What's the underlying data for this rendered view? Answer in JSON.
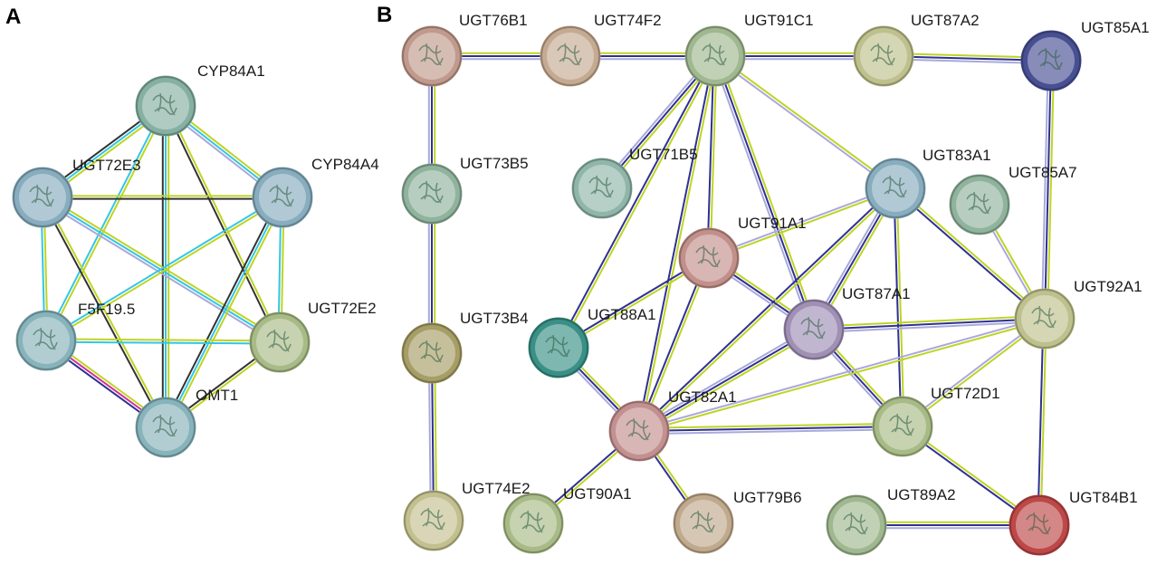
{
  "panels": [
    {
      "letter": "A",
      "nodes": [
        {
          "id": "CYP84A1",
          "label": "CYP84A1",
          "color": "#a6dccb"
        },
        {
          "id": "UGT72E3",
          "label": "UGT72E3",
          "color": "#a9d8ee"
        },
        {
          "id": "CYP84A4",
          "label": "CYP84A4",
          "color": "#a9d8ee"
        },
        {
          "id": "F5F19.5",
          "label": "F5F19.5",
          "color": "#a9e0ea"
        },
        {
          "id": "UGT72E2",
          "label": "UGT72E2",
          "color": "#d2eaa8"
        },
        {
          "id": "OMT1",
          "label": "OMT1",
          "color": "#a9e0ea"
        }
      ],
      "edges": [
        {
          "source": "CYP84A1",
          "target": "UGT72E3",
          "evidence": [
            "yellowgreen",
            "cyan",
            "black"
          ]
        },
        {
          "source": "CYP84A1",
          "target": "CYP84A4",
          "evidence": [
            "yellowgreen",
            "cyan",
            "lavender"
          ]
        },
        {
          "source": "CYP84A1",
          "target": "F5F19.5",
          "evidence": [
            "yellowgreen",
            "cyan"
          ]
        },
        {
          "source": "CYP84A1",
          "target": "UGT72E2",
          "evidence": [
            "yellowgreen",
            "black"
          ]
        },
        {
          "source": "CYP84A1",
          "target": "OMT1",
          "evidence": [
            "yellowgreen",
            "cyan",
            "black"
          ]
        },
        {
          "source": "UGT72E3",
          "target": "CYP84A4",
          "evidence": [
            "yellowgreen",
            "black"
          ]
        },
        {
          "source": "UGT72E3",
          "target": "F5F19.5",
          "evidence": [
            "yellowgreen",
            "cyan"
          ]
        },
        {
          "source": "UGT72E3",
          "target": "UGT72E2",
          "evidence": [
            "yellowgreen",
            "cyan",
            "lavender"
          ]
        },
        {
          "source": "UGT72E3",
          "target": "OMT1",
          "evidence": [
            "yellowgreen",
            "black"
          ]
        },
        {
          "source": "CYP84A4",
          "target": "F5F19.5",
          "evidence": [
            "yellowgreen",
            "cyan"
          ]
        },
        {
          "source": "CYP84A4",
          "target": "UGT72E2",
          "evidence": [
            "yellowgreen",
            "cyan"
          ]
        },
        {
          "source": "CYP84A4",
          "target": "OMT1",
          "evidence": [
            "yellowgreen",
            "cyan",
            "black"
          ]
        },
        {
          "source": "F5F19.5",
          "target": "UGT72E2",
          "evidence": [
            "yellowgreen",
            "cyan"
          ]
        },
        {
          "source": "F5F19.5",
          "target": "OMT1",
          "evidence": [
            "yellowgreen",
            "magenta",
            "navy"
          ]
        },
        {
          "source": "UGT72E2",
          "target": "OMT1",
          "evidence": [
            "yellowgreen",
            "black"
          ]
        }
      ]
    },
    {
      "letter": "B",
      "nodes": [
        {
          "id": "UGT76B1",
          "label": "UGT76B1",
          "color": "#f0c0b0"
        },
        {
          "id": "UGT74F2",
          "label": "UGT74F2",
          "color": "#f6d4b6"
        },
        {
          "id": "UGT91C1",
          "label": "UGT91C1",
          "color": "#c8e6b4"
        },
        {
          "id": "UGT87A2",
          "label": "UGT87A2",
          "color": "#eef0b0"
        },
        {
          "id": "UGT85A1",
          "label": "UGT85A1",
          "color": "#5a64b8"
        },
        {
          "id": "UGT73B5",
          "label": "UGT73B5",
          "color": "#b4e0c4"
        },
        {
          "id": "UGT71B5",
          "label": "UGT71B5",
          "color": "#b4e4d4"
        },
        {
          "id": "UGT83A1",
          "label": "UGT83A1",
          "color": "#a9d8ee"
        },
        {
          "id": "UGT85A7",
          "label": "UGT85A7",
          "color": "#b4e0c4"
        },
        {
          "id": "UGT91A1",
          "label": "UGT91A1",
          "color": "#f2b4ac"
        },
        {
          "id": "UGT87A1",
          "label": "UGT87A1",
          "color": "#c8b4e2"
        },
        {
          "id": "UGT92A1",
          "label": "UGT92A1",
          "color": "#eef0b0"
        },
        {
          "id": "UGT73B4",
          "label": "UGT73B4",
          "color": "#cfc680"
        },
        {
          "id": "UGT88A1",
          "label": "UGT88A1",
          "color": "#48b4a8"
        },
        {
          "id": "UGT82A1",
          "label": "UGT82A1",
          "color": "#f4b4b4"
        },
        {
          "id": "UGT72D1",
          "label": "UGT72D1",
          "color": "#d2eaa8"
        },
        {
          "id": "UGT74E2",
          "label": "UGT74E2",
          "color": "#f4f0b4"
        },
        {
          "id": "UGT90A1",
          "label": "UGT90A1",
          "color": "#d2eaa8"
        },
        {
          "id": "UGT79B6",
          "label": "UGT79B6",
          "color": "#f0d4b0"
        },
        {
          "id": "UGT89A2",
          "label": "UGT89A2",
          "color": "#c8e6b4"
        },
        {
          "id": "UGT84B1",
          "label": "UGT84B1",
          "color": "#ee5a5a"
        }
      ],
      "edges": [
        {
          "source": "UGT76B1",
          "target": "UGT74F2",
          "evidence": [
            "yellowgreen",
            "navy",
            "lavender"
          ]
        },
        {
          "source": "UGT74F2",
          "target": "UGT91C1",
          "evidence": [
            "yellowgreen",
            "navy",
            "lavender"
          ]
        },
        {
          "source": "UGT91C1",
          "target": "UGT87A2",
          "evidence": [
            "yellowgreen",
            "navy",
            "lavender"
          ]
        },
        {
          "source": "UGT87A2",
          "target": "UGT85A1",
          "evidence": [
            "yellowgreen",
            "navy",
            "lavender"
          ]
        },
        {
          "source": "UGT76B1",
          "target": "UGT73B5",
          "evidence": [
            "yellowgreen",
            "navy",
            "lavender"
          ]
        },
        {
          "source": "UGT73B5",
          "target": "UGT73B4",
          "evidence": [
            "yellowgreen",
            "navy",
            "lavender"
          ]
        },
        {
          "source": "UGT73B4",
          "target": "UGT74E2",
          "evidence": [
            "yellowgreen",
            "navy",
            "lavender"
          ]
        },
        {
          "source": "UGT91C1",
          "target": "UGT71B5",
          "evidence": [
            "yellowgreen",
            "navy",
            "lavender"
          ]
        },
        {
          "source": "UGT91C1",
          "target": "UGT83A1",
          "evidence": [
            "yellowgreen",
            "lavender"
          ]
        },
        {
          "source": "UGT91C1",
          "target": "UGT87A1",
          "evidence": [
            "yellowgreen",
            "navy",
            "lavender"
          ]
        },
        {
          "source": "UGT91C1",
          "target": "UGT91A1",
          "evidence": [
            "yellowgreen",
            "navy"
          ]
        },
        {
          "source": "UGT91C1",
          "target": "UGT88A1",
          "evidence": [
            "yellowgreen",
            "navy"
          ]
        },
        {
          "source": "UGT91C1",
          "target": "UGT82A1",
          "evidence": [
            "yellowgreen",
            "navy"
          ]
        },
        {
          "source": "UGT85A1",
          "target": "UGT92A1",
          "evidence": [
            "yellowgreen",
            "navy",
            "lavender"
          ]
        },
        {
          "source": "UGT85A7",
          "target": "UGT92A1",
          "evidence": [
            "yellowgreen",
            "lavender"
          ]
        },
        {
          "source": "UGT83A1",
          "target": "UGT91A1",
          "evidence": [
            "yellowgreen",
            "lavender"
          ]
        },
        {
          "source": "UGT83A1",
          "target": "UGT87A1",
          "evidence": [
            "yellowgreen",
            "navy",
            "lavender"
          ]
        },
        {
          "source": "UGT83A1",
          "target": "UGT92A1",
          "evidence": [
            "yellowgreen",
            "navy"
          ]
        },
        {
          "source": "UGT83A1",
          "target": "UGT72D1",
          "evidence": [
            "yellowgreen",
            "navy"
          ]
        },
        {
          "source": "UGT83A1",
          "target": "UGT82A1",
          "evidence": [
            "yellowgreen",
            "navy"
          ]
        },
        {
          "source": "UGT91A1",
          "target": "UGT87A1",
          "evidence": [
            "yellowgreen",
            "navy",
            "lavender"
          ]
        },
        {
          "source": "UGT91A1",
          "target": "UGT82A1",
          "evidence": [
            "yellowgreen",
            "navy"
          ]
        },
        {
          "source": "UGT91A1",
          "target": "UGT88A1",
          "evidence": [
            "yellowgreen",
            "navy"
          ]
        },
        {
          "source": "UGT87A1",
          "target": "UGT92A1",
          "evidence": [
            "yellowgreen",
            "navy",
            "lavender"
          ]
        },
        {
          "source": "UGT87A1",
          "target": "UGT72D1",
          "evidence": [
            "yellowgreen",
            "navy",
            "lavender"
          ]
        },
        {
          "source": "UGT87A1",
          "target": "UGT82A1",
          "evidence": [
            "yellowgreen",
            "navy",
            "lavender"
          ]
        },
        {
          "source": "UGT92A1",
          "target": "UGT72D1",
          "evidence": [
            "yellowgreen",
            "lavender"
          ]
        },
        {
          "source": "UGT92A1",
          "target": "UGT82A1",
          "evidence": [
            "yellowgreen",
            "lavender"
          ]
        },
        {
          "source": "UGT92A1",
          "target": "UGT84B1",
          "evidence": [
            "yellowgreen",
            "navy"
          ]
        },
        {
          "source": "UGT88A1",
          "target": "UGT82A1",
          "evidence": [
            "yellowgreen",
            "navy",
            "lavender"
          ]
        },
        {
          "source": "UGT82A1",
          "target": "UGT72D1",
          "evidence": [
            "yellowgreen",
            "navy",
            "lavender"
          ]
        },
        {
          "source": "UGT82A1",
          "target": "UGT90A1",
          "evidence": [
            "yellowgreen",
            "navy"
          ]
        },
        {
          "source": "UGT82A1",
          "target": "UGT79B6",
          "evidence": [
            "yellowgreen",
            "navy"
          ]
        },
        {
          "source": "UGT72D1",
          "target": "UGT84B1",
          "evidence": [
            "yellowgreen",
            "navy"
          ]
        },
        {
          "source": "UGT89A2",
          "target": "UGT84B1",
          "evidence": [
            "yellowgreen",
            "navy",
            "lavender"
          ]
        }
      ]
    }
  ],
  "evidence_colors": {
    "yellowgreen": "#bfd424",
    "cyan": "#33c6e6",
    "black": "#333333",
    "lavender": "#a9a9dc",
    "navy": "#2e3192",
    "magenta": "#cc3399"
  }
}
